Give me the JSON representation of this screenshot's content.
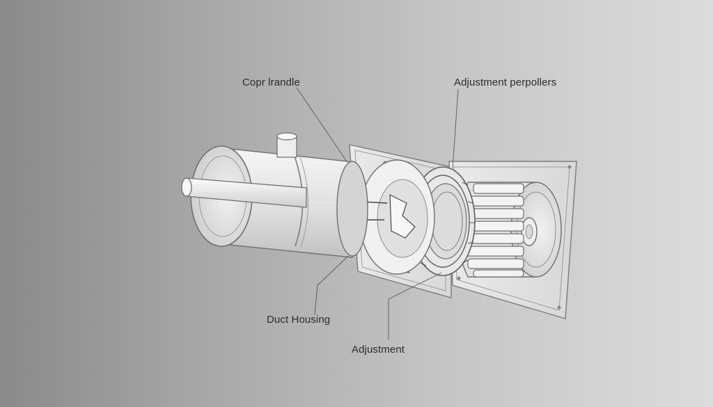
{
  "labels": {
    "top_left": "Copr lrandle",
    "top_right": "Adjustment perpollers",
    "bottom_left": "Duct Housing",
    "bottom_center": "Adjustment"
  }
}
